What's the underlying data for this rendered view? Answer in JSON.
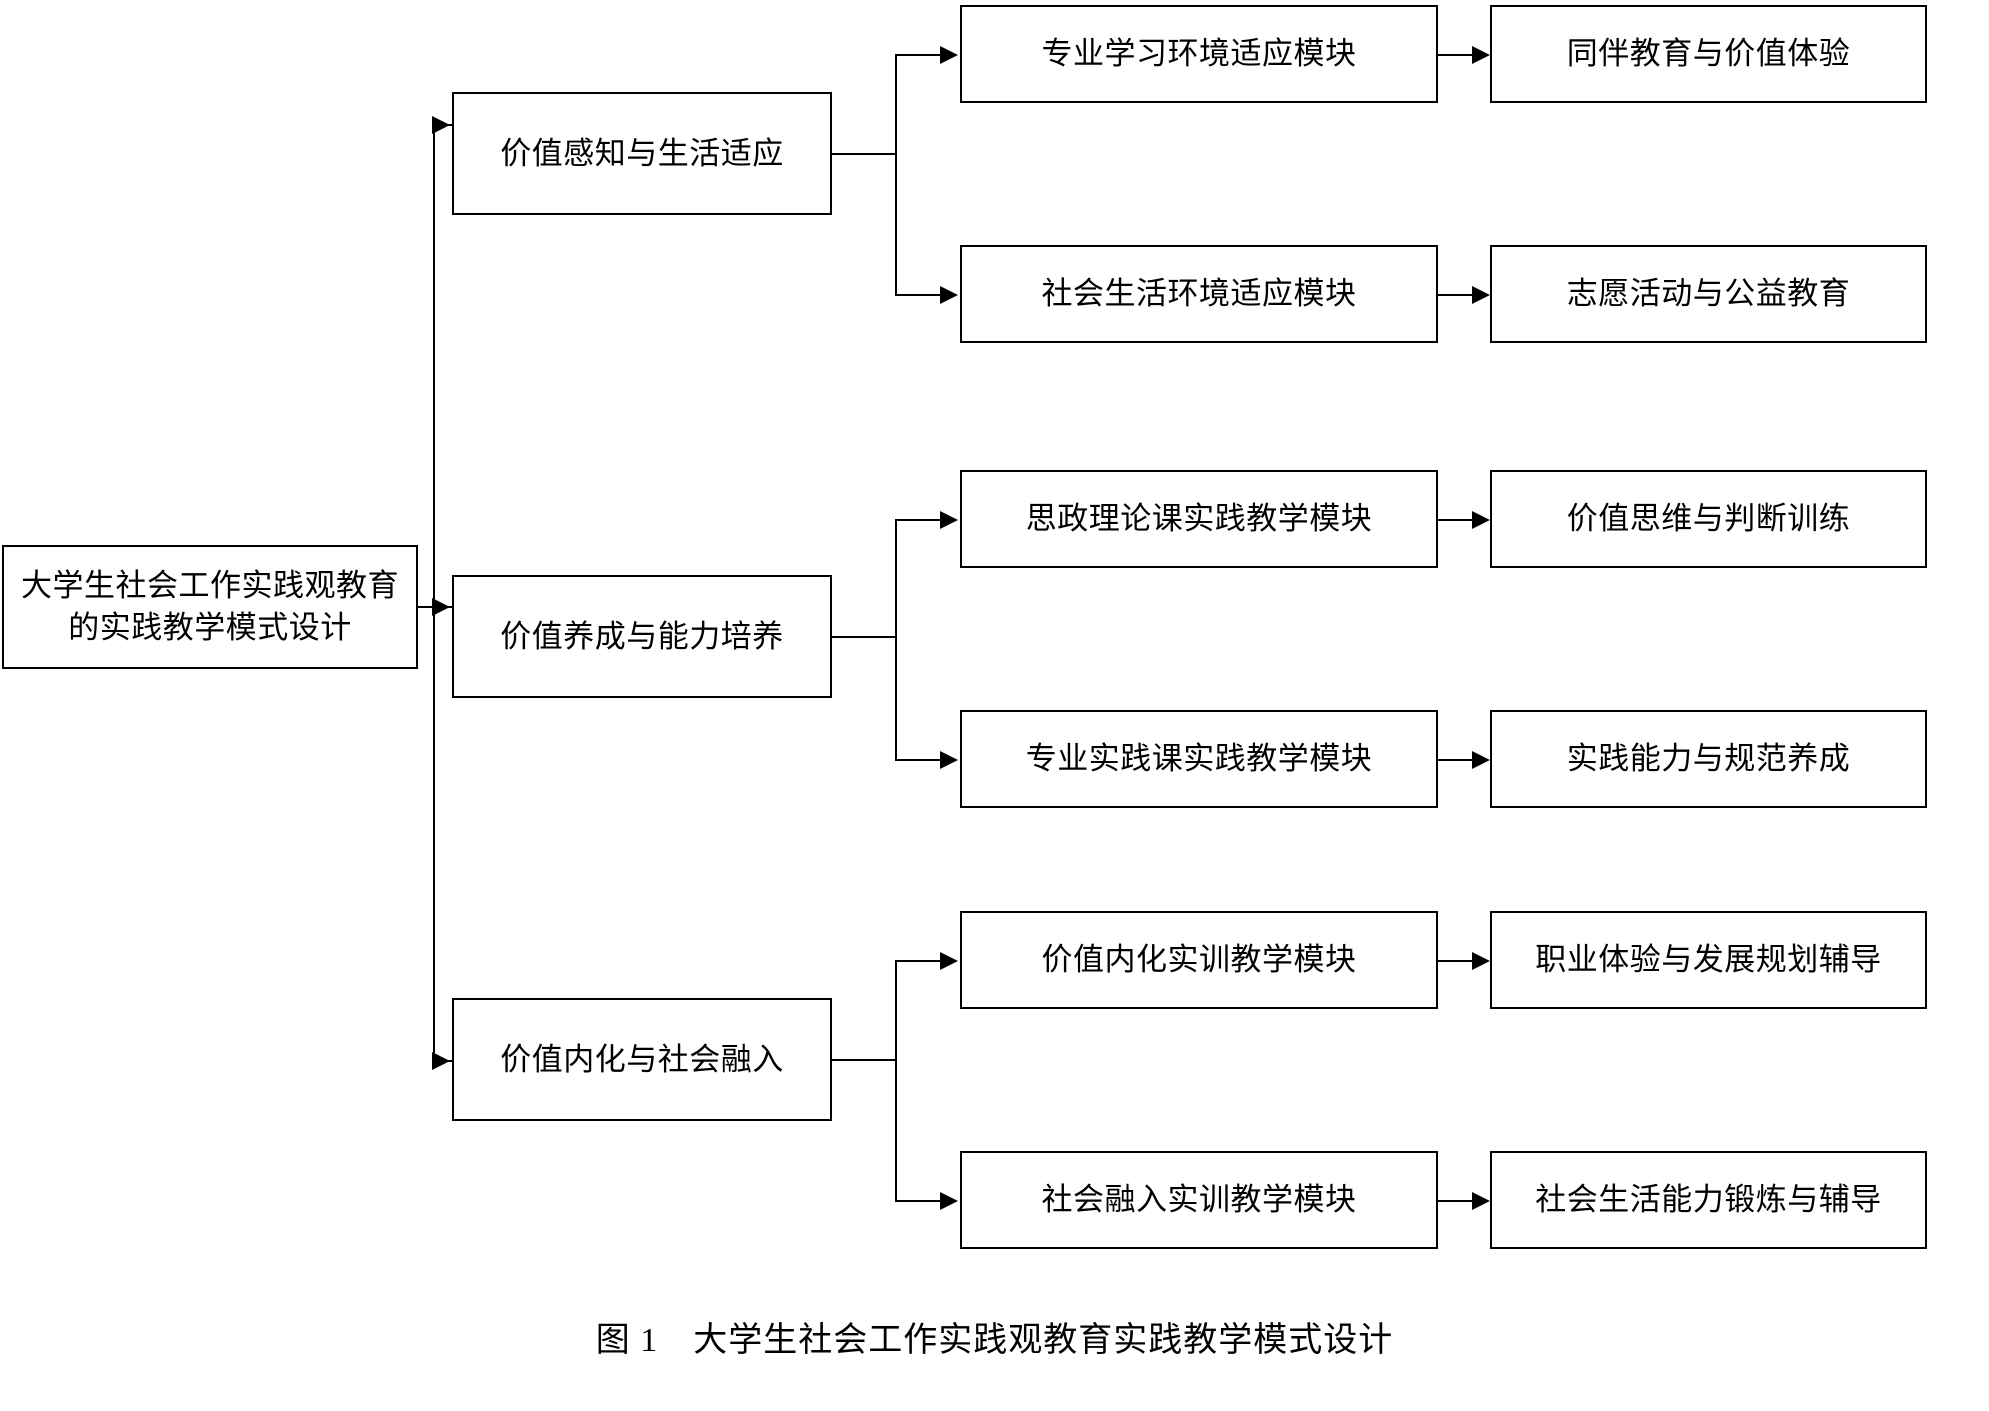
{
  "figure": {
    "caption": "图 1　大学生社会工作实践观教育实践教学模式设计",
    "root": {
      "label": "大学生社会工作实践观教育的实践教学模式设计"
    },
    "branches": [
      {
        "label": "价值感知与生活适应",
        "modules": [
          {
            "label": "专业学习环境适应模块",
            "outcome": "同伴教育与价值体验"
          },
          {
            "label": "社会生活环境适应模块",
            "outcome": "志愿活动与公益教育"
          }
        ]
      },
      {
        "label": "价值养成与能力培养",
        "modules": [
          {
            "label": "思政理论课实践教学模块",
            "outcome": "价值思维与判断训练"
          },
          {
            "label": "专业实践课实践教学模块",
            "outcome": "实践能力与规范养成"
          }
        ]
      },
      {
        "label": "价值内化与社会融入",
        "modules": [
          {
            "label": "价值内化实训教学模块",
            "outcome": "职业体验与发展规划辅导"
          },
          {
            "label": "社会融入实训教学模块",
            "outcome": "社会生活能力锻炼与辅导"
          }
        ]
      }
    ],
    "colors": {
      "stroke": "#000000",
      "fill": "#ffffff",
      "text": "#000000"
    }
  }
}
